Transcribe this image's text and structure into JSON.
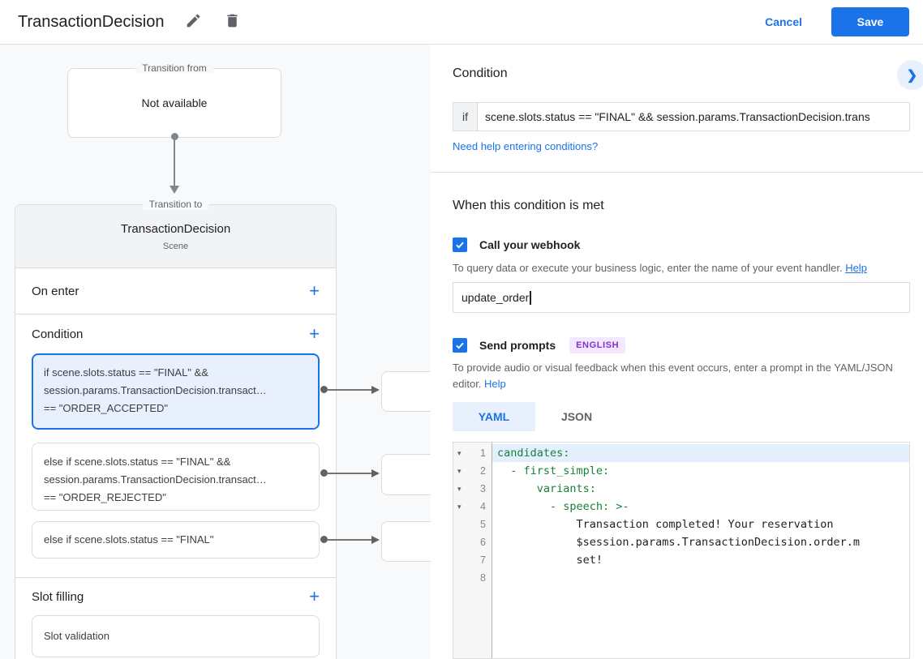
{
  "header": {
    "title": "TransactionDecision",
    "cancel": "Cancel",
    "save": "Save"
  },
  "diagram": {
    "transition_from_label": "Transition from",
    "transition_from_value": "Not available",
    "transition_to_label": "Transition to",
    "scene_name": "TransactionDecision",
    "scene_type": "Scene",
    "on_enter_label": "On enter",
    "condition_label": "Condition",
    "slot_filling_label": "Slot filling",
    "conditions": [
      {
        "lines": [
          "if scene.slots.status == \"FINAL\" &&",
          "session.params.TransactionDecision.transact…",
          "== \"ORDER_ACCEPTED\""
        ],
        "selected": true
      },
      {
        "lines": [
          "else if scene.slots.status == \"FINAL\" &&",
          "session.params.TransactionDecision.transact…",
          "== \"ORDER_REJECTED\""
        ],
        "selected": false
      },
      {
        "lines": [
          "else if scene.slots.status == \"FINAL\""
        ],
        "selected": false
      }
    ],
    "slot_card_label": "Slot validation"
  },
  "panel": {
    "title": "Condition",
    "if_label": "if",
    "condition_value": "scene.slots.status == \"FINAL\" && session.params.TransactionDecision.trans",
    "conditions_help_link": "Need help entering conditions?",
    "when_met_title": "When this condition is met",
    "webhook": {
      "label": "Call your webhook",
      "description": "To query data or execute your business logic, enter the name of your event handler. ",
      "help": "Help",
      "value": "update_order"
    },
    "prompts": {
      "label": "Send prompts",
      "language_badge": "ENGLISH",
      "description": "To provide audio or visual feedback when this event occurs, enter a prompt in the YAML/JSON editor. ",
      "help": "Help"
    },
    "tabs": {
      "yaml": "YAML",
      "json": "JSON"
    },
    "editor": {
      "lines": [
        {
          "num": "1",
          "text": "candidates:"
        },
        {
          "num": "2",
          "text": "  - first_simple:"
        },
        {
          "num": "3",
          "text": "      variants:"
        },
        {
          "num": "4",
          "text": "        - speech: >-"
        },
        {
          "num": "5",
          "text": "            Transaction completed! Your reservation"
        },
        {
          "num": "6",
          "text": "            $session.params.TransactionDecision.order.m"
        },
        {
          "num": "7",
          "text": "            set!"
        },
        {
          "num": "8",
          "text": ""
        }
      ]
    }
  },
  "colors": {
    "accent": "#1a73e8",
    "selected_card_bg": "#e8f0fe",
    "yaml_key_green": "#188038",
    "badge_bg": "#f3e8fd",
    "badge_text": "#8430ce",
    "panel_bg": "#f8f9fa"
  }
}
